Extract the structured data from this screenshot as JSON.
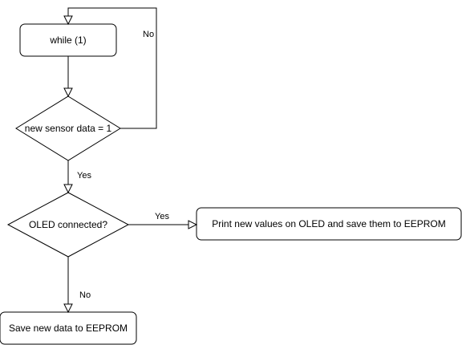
{
  "nodes": {
    "loop": {
      "label": "while (1)"
    },
    "sensor_check": {
      "label": "new sensor data = 1"
    },
    "oled_check": {
      "label": "OLED connected?"
    },
    "print_save": {
      "label": "Print new values on OLED and save them to EEPROM"
    },
    "save_eeprom": {
      "label": "Save new data to EEPROM"
    }
  },
  "edges": {
    "sensor_no": {
      "label": "No"
    },
    "sensor_yes": {
      "label": "Yes"
    },
    "oled_yes": {
      "label": "Yes"
    },
    "oled_no": {
      "label": "No"
    }
  }
}
